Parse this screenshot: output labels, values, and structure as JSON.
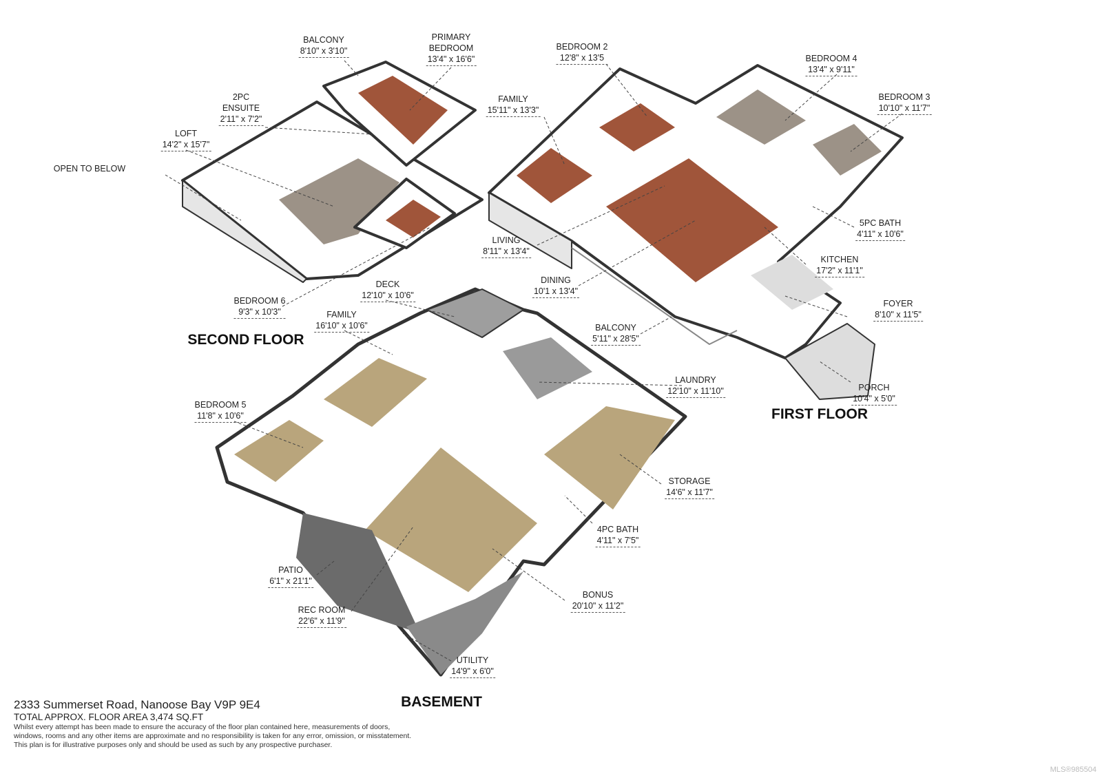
{
  "floors": {
    "second": "SECOND FLOOR",
    "first": "FIRST FLOOR",
    "basement": "BASEMENT"
  },
  "rooms": [
    {
      "name": "BALCONY",
      "dim": "8'10\" x 3'10\""
    },
    {
      "name": "PRIMARY\nBEDROOM",
      "dim": "13'4\" x 16'6\""
    },
    {
      "name": "2PC\nENSUITE",
      "dim": "2'11\" x 7'2\""
    },
    {
      "name": "LOFT",
      "dim": "14'2\" x 15'7\""
    },
    {
      "name": "OPEN TO BELOW",
      "dim": ""
    },
    {
      "name": "BEDROOM 2",
      "dim": "12'8\" x 13'5"
    },
    {
      "name": "FAMILY",
      "dim": "15'11\" x 13'3\""
    },
    {
      "name": "BEDROOM 4",
      "dim": "13'4\" x 9'11\""
    },
    {
      "name": "BEDROOM 3",
      "dim": "10'10\" x 11'7\""
    },
    {
      "name": "5PC BATH",
      "dim": "4'11\" x 10'6\""
    },
    {
      "name": "LIVING",
      "dim": "8'11\" x 13'4\""
    },
    {
      "name": "KITCHEN",
      "dim": "17'2\" x 11'1\""
    },
    {
      "name": "DINING",
      "dim": "10'1 x 13'4\""
    },
    {
      "name": "DECK",
      "dim": "12'10\" x 10'6\""
    },
    {
      "name": "FOYER",
      "dim": "8'10\" x 11'5\""
    },
    {
      "name": "BEDROOM 6",
      "dim": "9'3\" x 10'3\""
    },
    {
      "name": "FAMILY",
      "dim": "16'10\" x 10'6\""
    },
    {
      "name": "BALCONY",
      "dim": "5'11\" x 28'5\""
    },
    {
      "name": "LAUNDRY",
      "dim": "12'10\" x 11'10\""
    },
    {
      "name": "PORCH",
      "dim": "10'4\" x 5'0\""
    },
    {
      "name": "BEDROOM 5",
      "dim": "11'8\" x 10'6\""
    },
    {
      "name": "STORAGE",
      "dim": "14'6\" x 11'7\""
    },
    {
      "name": "4PC BATH",
      "dim": "4'11\" x 7'5\""
    },
    {
      "name": "PATIO",
      "dim": "6'1\" x 21'1\""
    },
    {
      "name": "BONUS",
      "dim": "20'10\" x 11'2\""
    },
    {
      "name": "REC ROOM",
      "dim": "22'6\" x 11'9\""
    },
    {
      "name": "UTILITY",
      "dim": "14'9\" x 6'0\""
    }
  ],
  "footer": {
    "address": "2333 Summerset Road, Nanoose Bay V9P 9E4",
    "area": "TOTAL APPROX. FLOOR AREA 3,474 SQ.FT",
    "disclaimer1": "Whilst every attempt has been made to ensure the accuracy of the floor plan contained here, measurements of doors,",
    "disclaimer2": "windows, rooms and any other items are approximate and no responsibility is taken for any error, omission, or misstatement.",
    "disclaimer3": "This plan is for illustrative purposes only and should be used as such by any prospective purchaser."
  },
  "watermark": "MLS®985504",
  "colors": {
    "wood": "#a0553a",
    "laminate": "#b9a57c",
    "carpet": "#9c9287",
    "wall": "#e8e8e8",
    "wall_top": "#333333",
    "patio": "#6b6b6b"
  }
}
